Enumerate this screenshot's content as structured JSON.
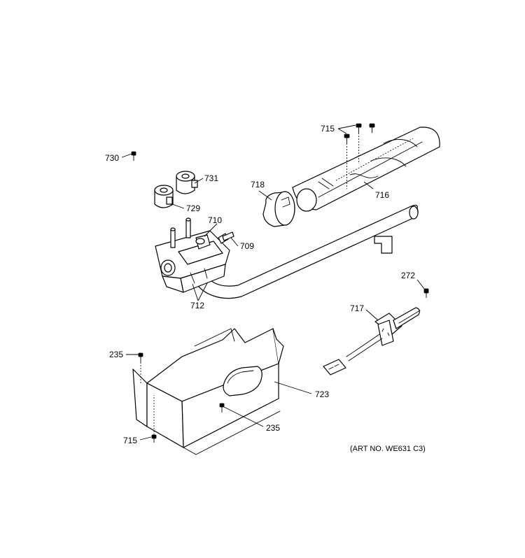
{
  "diagram": {
    "labels": {
      "p730": "730",
      "p731": "731",
      "p729": "729",
      "p710": "710",
      "p709": "709",
      "p712": "712",
      "p718": "718",
      "p715_top": "715",
      "p716": "716",
      "p272": "272",
      "p717": "717",
      "p235_left": "235",
      "p723": "723",
      "p235_bottom": "235",
      "p715_bottom": "715"
    },
    "art_number": "(ART NO. WE631 C3)"
  }
}
